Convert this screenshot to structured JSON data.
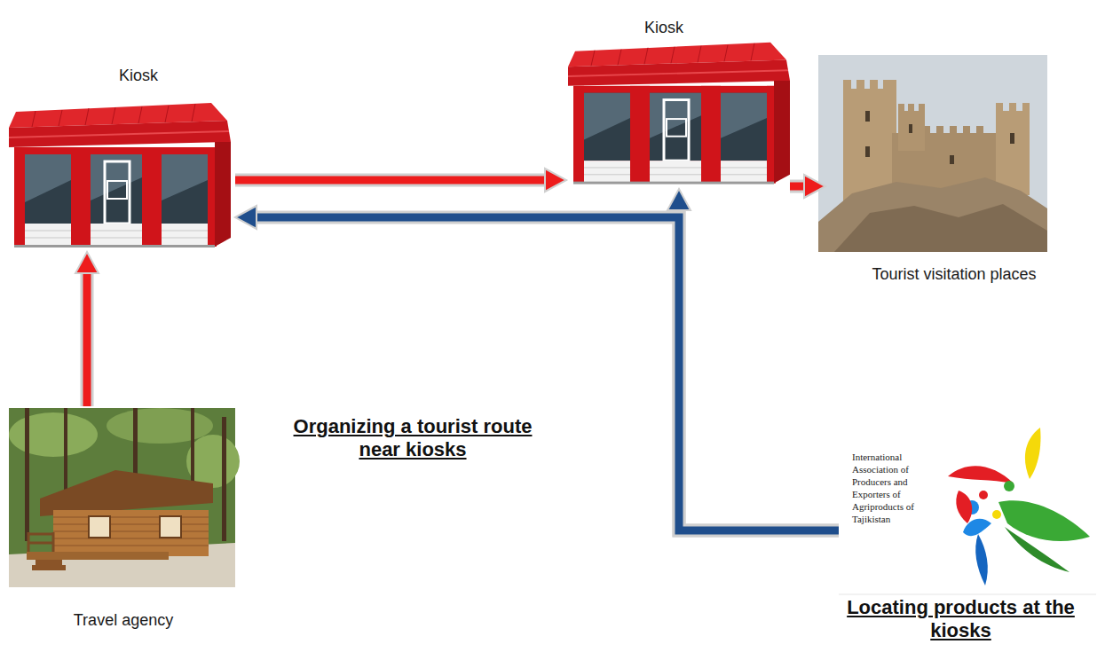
{
  "diagram": {
    "nodes": [
      {
        "text": [
          "Kiosk"
        ]
      },
      {
        "text": [
          "Kiosk"
        ]
      },
      {
        "text": [
          "Tourist visitation places"
        ]
      },
      {
        "text": [
          "Travel agency"
        ]
      },
      {
        "text": [
          "International Association of Producers and Exporters of Agriproducts of Tajikistan"
        ]
      }
    ],
    "edges": [
      {
        "from": 3,
        "to": 0,
        "arrow": "to"
      },
      {
        "from": 0,
        "to": 1,
        "arrow": "to"
      },
      {
        "from": 1,
        "to": 2,
        "arrow": "to"
      },
      {
        "from": 4,
        "to": 1,
        "arrow": "to"
      },
      {
        "from": 4,
        "to": 0,
        "arrow": "to"
      }
    ],
    "labels": [
      "Organizing a tourist route near kiosks",
      "Locating products at the kiosks"
    ]
  }
}
